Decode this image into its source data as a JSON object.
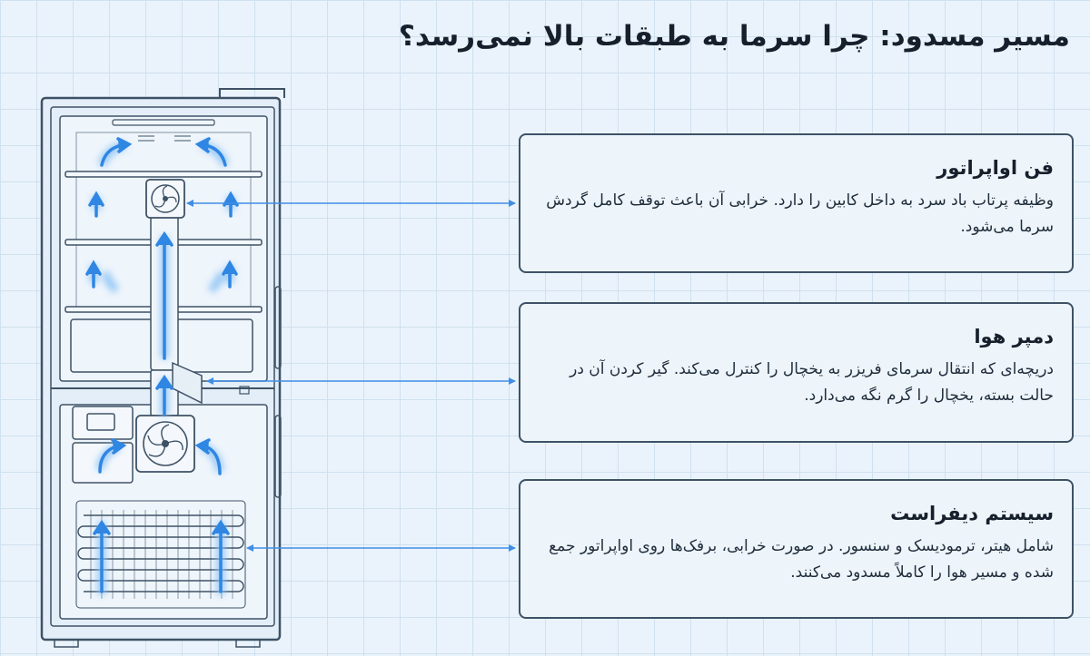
{
  "title": "مسیر مسدود: چرا سرما به طبقات بالا نمی‌رسد؟",
  "components": [
    {
      "title": "فن اواپراتور",
      "description": "وظیفه پرتاب باد سرد به داخل کابین را دارد. خرابی آن باعث توقف کامل گردش سرما می‌شود."
    },
    {
      "title": "دمپر هوا",
      "description": "دریچه‌ای که انتقال سرمای فریزر به یخچال را کنترل می‌کند. گیر کردن آن در حالت بسته، یخچال را گرم نگه می‌دارد."
    },
    {
      "title": "سیستم دیفراست",
      "description": "شامل هیتر، ترموديسک و سنسور. در صورت خرابی، برفک‌ها روی اواپراتور جمع شده و مسیر هوا را کاملاً مسدود می‌کنند."
    }
  ],
  "colors": {
    "airflow": "#2f86e3",
    "outline": "#3e5266",
    "connector": "#3f8ee6",
    "card_background": "#edf4fa"
  },
  "icons": [
    "fan-icon",
    "airflow-arrow-icon",
    "damper-icon",
    "evaporator-coil-icon",
    "control-box-icon"
  ]
}
